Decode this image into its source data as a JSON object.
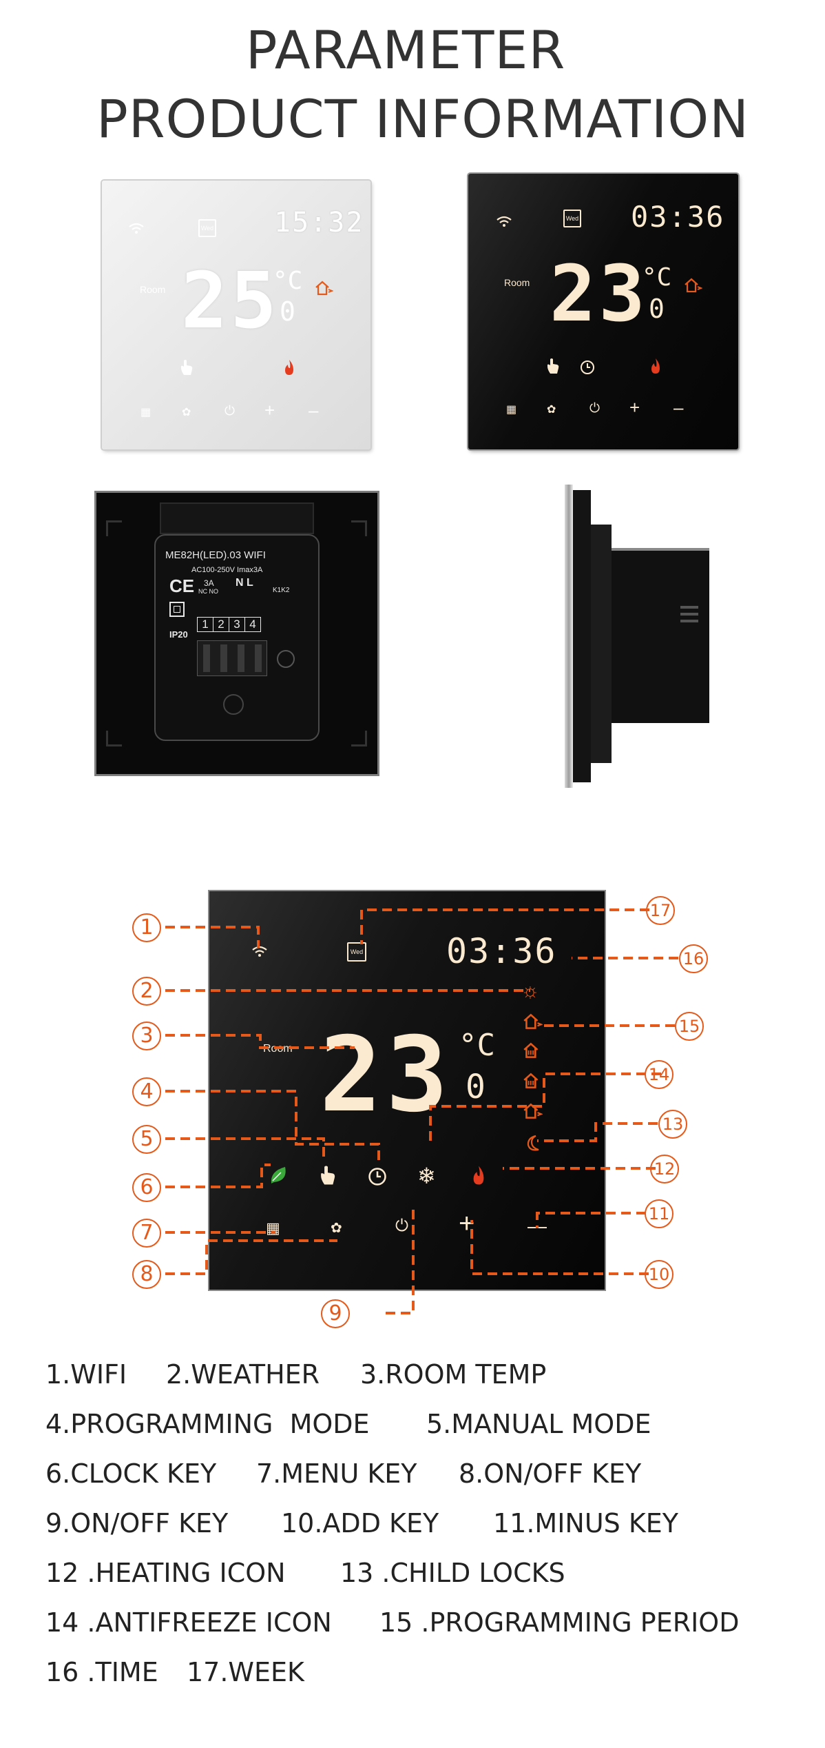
{
  "header": {
    "title_line1": "PARAMETER",
    "title_line2": "PRODUCT INFORMATION"
  },
  "white_panel": {
    "time": "15:32",
    "day": "Wed",
    "room_label": "Room",
    "temp_main": "25",
    "temp_unit": "°C",
    "temp_decimal": "0"
  },
  "black_panel": {
    "time": "03:36",
    "day": "Wed",
    "room_label": "Room",
    "temp_main": "23",
    "temp_unit": "°C",
    "temp_decimal": "0"
  },
  "back_panel": {
    "model": "ME82H(LED).03 WIFI",
    "spec": "AC100-250V Imax3A",
    "ce": "CE",
    "amp": "3A",
    "nc_no": "NC NO",
    "n_l": "N L",
    "k1k2": "K1K2",
    "terminals": [
      "1",
      "2",
      "3",
      "4"
    ],
    "ip": "IP20"
  },
  "diagram": {
    "time": "03:36",
    "day": "Wed",
    "room_label": "Room",
    "temp_main": "23",
    "temp_unit": "°C",
    "temp_decimal": "0",
    "plus": "+",
    "minus": "—",
    "callouts": [
      "1",
      "2",
      "3",
      "4",
      "5",
      "6",
      "7",
      "8",
      "9",
      "10",
      "11",
      "12",
      "13",
      "14",
      "15",
      "16",
      "17"
    ]
  },
  "legend": {
    "line1": [
      "1.WIFI",
      "2.WEATHER",
      "3.ROOM TEMP"
    ],
    "line2": [
      "4.PROGRAMMING  MODE",
      "5.MANUAL MODE"
    ],
    "line3": [
      "6.CLOCK KEY",
      "7.MENU KEY",
      "8.ON/OFF KEY"
    ],
    "line4": [
      "9.ON/OFF KEY",
      "10.ADD KEY",
      "11.MINUS KEY"
    ],
    "line5": [
      "12 .HEATING ICON",
      "13 .CHILD LOCKS"
    ],
    "line6": [
      "14 .ANTIFREEZE ICON",
      "15 .PROGRAMMING PERIOD"
    ],
    "line7": [
      "16 .TIME",
      "17.WEEK"
    ]
  },
  "colors": {
    "accent_orange": "#e55a1a",
    "display_glow": "#fbe9d0",
    "heat_red": "#e53b1e",
    "leaf_green": "#3aa83a"
  }
}
